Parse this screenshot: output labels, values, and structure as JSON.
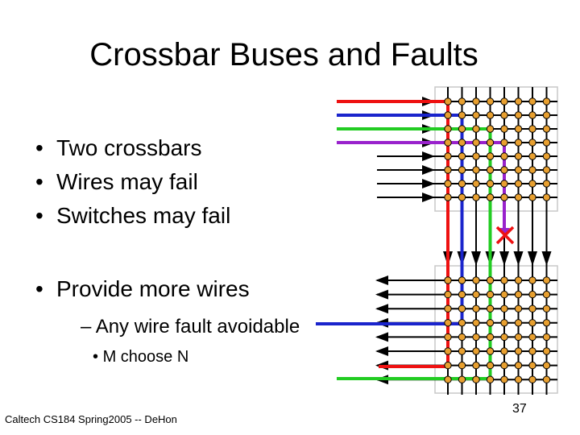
{
  "slide": {
    "title": "Crossbar Buses and Faults",
    "bullet_marker": "•",
    "bullets": [
      "Two crossbars",
      "Wires may fail",
      "Switches may fail"
    ],
    "bullet2": "Provide more wires",
    "sub_bullet": "– Any wire fault avoidable",
    "sub_sub_marker": "•",
    "sub_sub_bullet": "M choose N",
    "footer": "Caltech CS184 Spring2005 -- DeHon",
    "page_number": "37"
  },
  "diagram": {
    "colors": {
      "red": "#ee1111",
      "blue": "#1a24cc",
      "green": "#22cc22",
      "purple": "#9922cc",
      "fault": "#ee1111",
      "switch_fill": "#e8a030",
      "grid_line": "#000000",
      "frame": "#c8c8c8"
    }
  }
}
